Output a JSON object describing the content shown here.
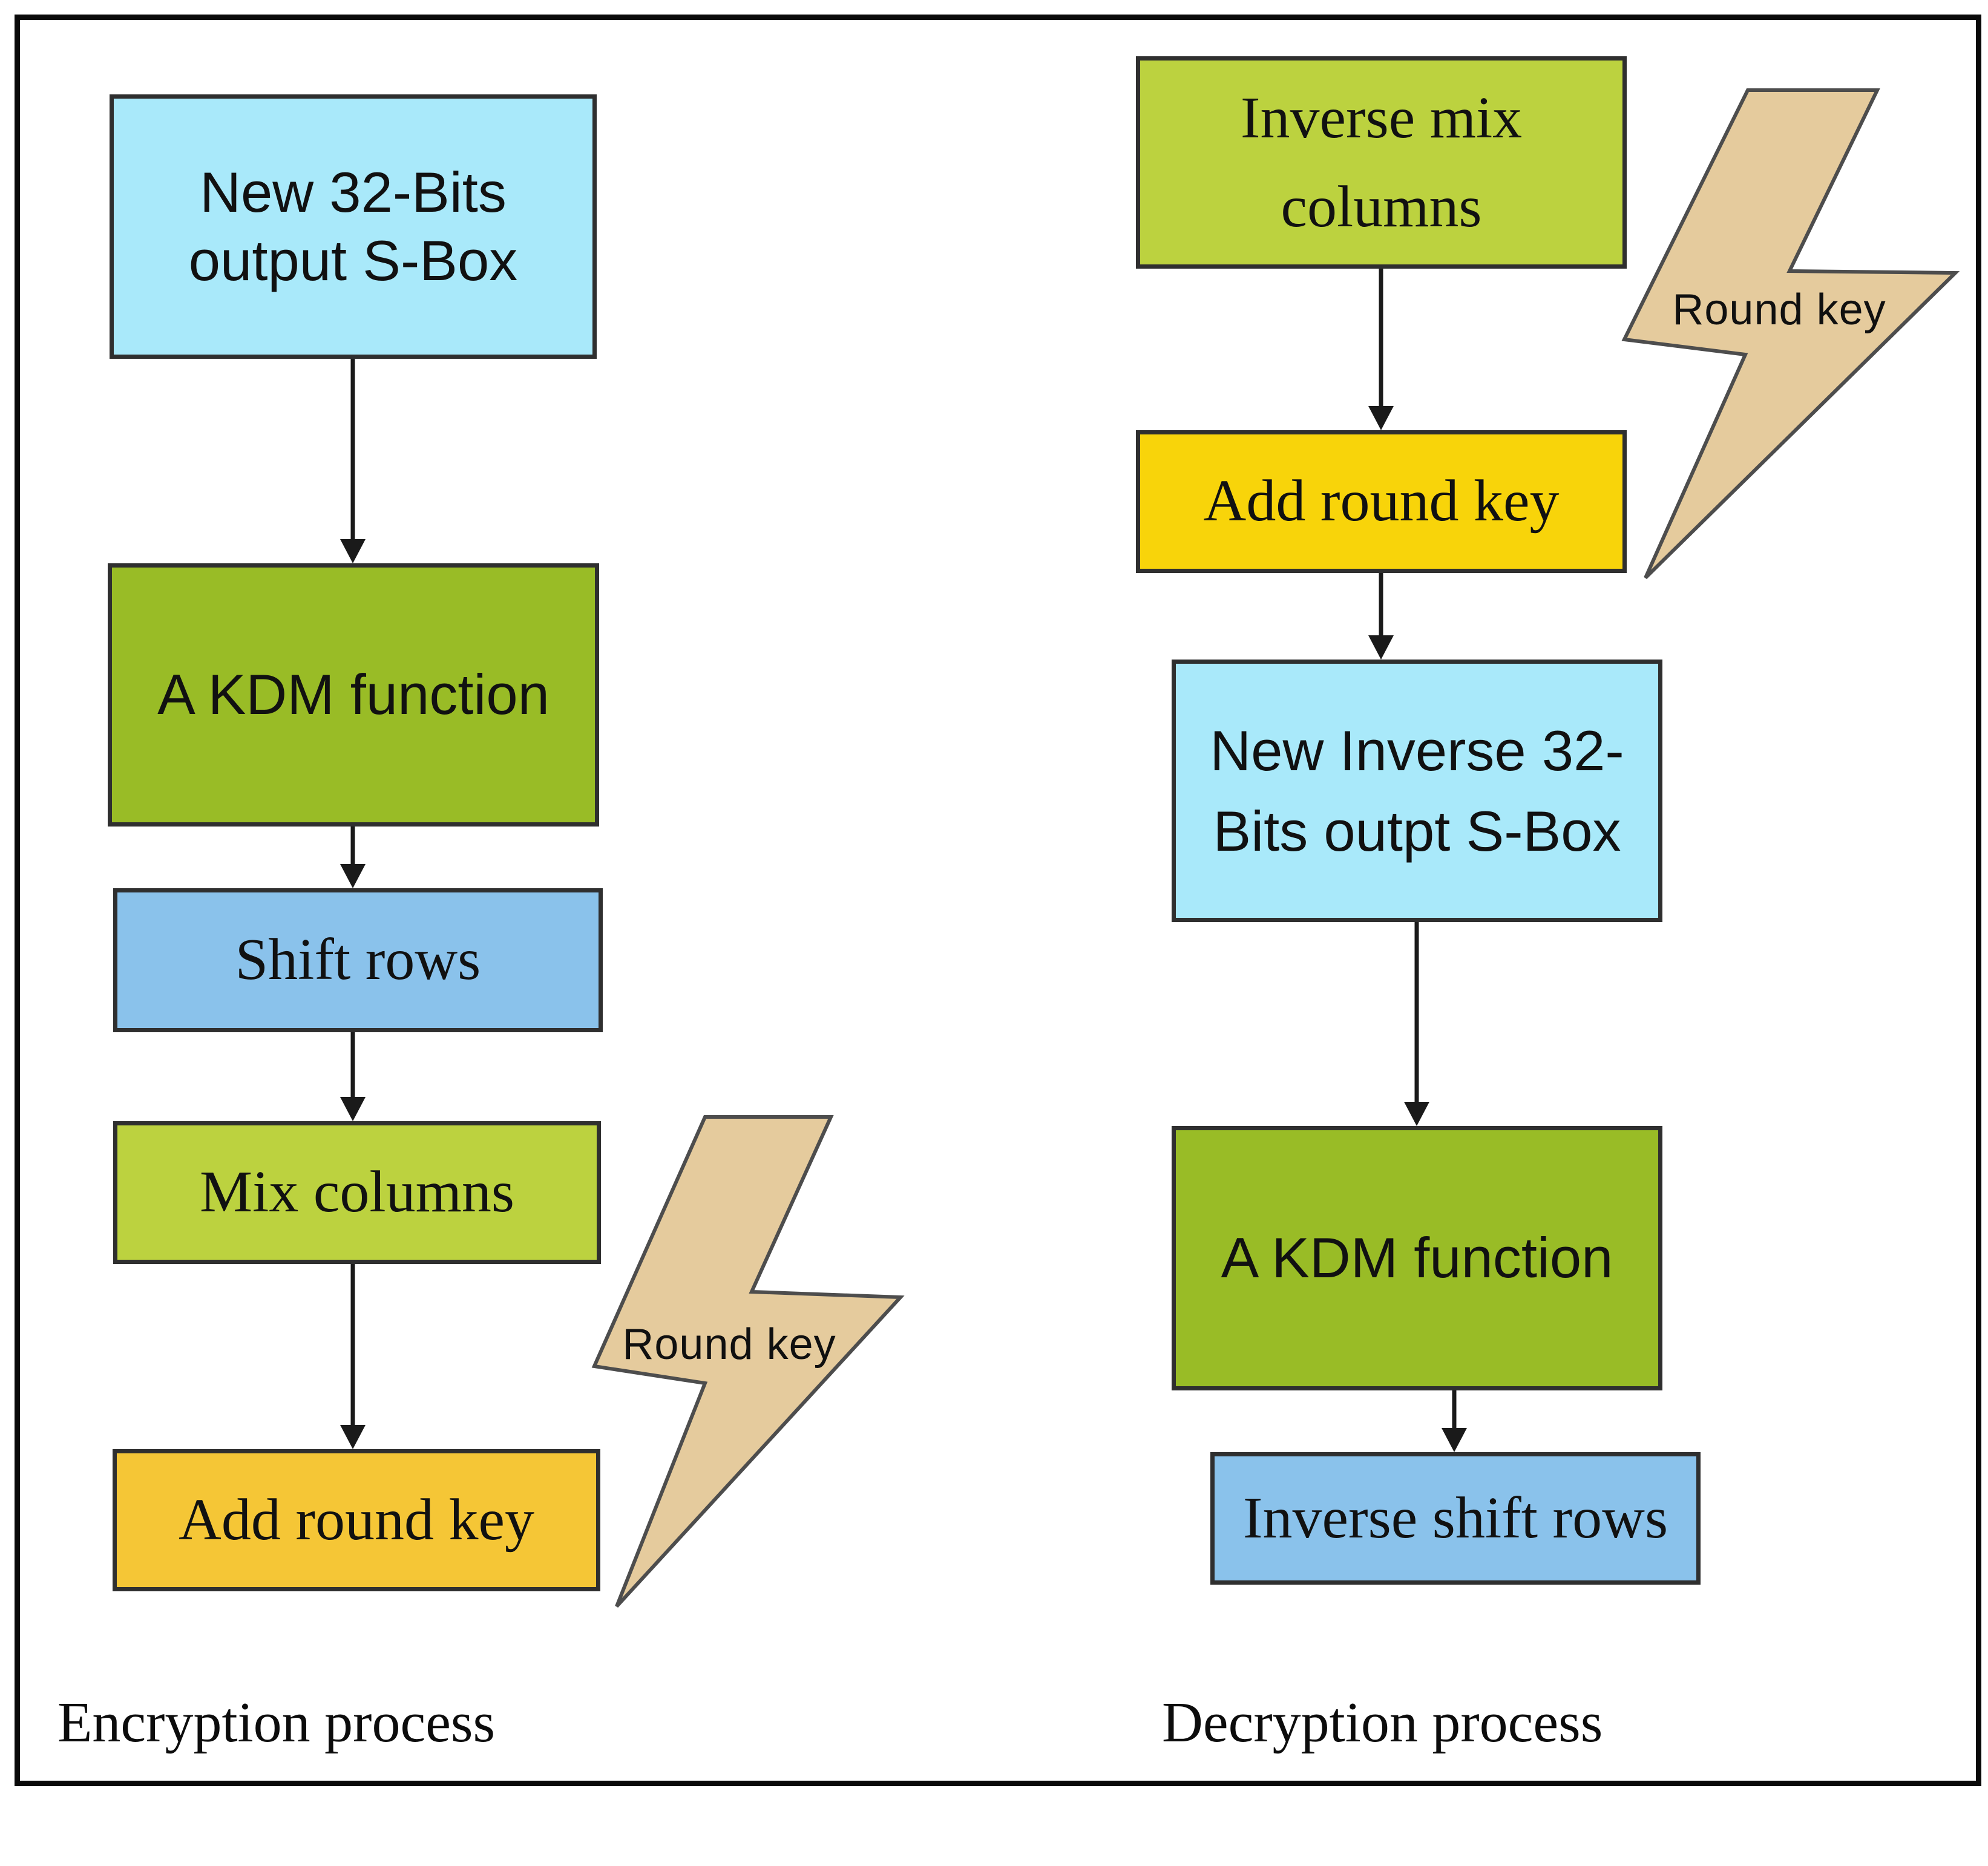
{
  "palette": {
    "cyan": "#A9E9FA",
    "olive_green": "#99BC26",
    "blue": "#8AC2EB",
    "yellow_green": "#BCD23F",
    "gold": "#F5C636",
    "yellow": "#F8D40A",
    "tan": "#E5CB9D",
    "bolt_outline": "#4D4D4D",
    "arrow": "#1A1A1A",
    "frame_border": "#0A0A0A"
  },
  "encryption_flow": {
    "caption": "Encryption process",
    "sbox": {
      "line1": "New 32-Bits",
      "line2": "output S-Box"
    },
    "kdm": {
      "line1": "A KDM function"
    },
    "shift_rows": {
      "line1": "Shift rows"
    },
    "mix_columns": {
      "line1": "Mix columns"
    },
    "add_round_key": {
      "line1": "Add round key"
    },
    "round_key_label": "Round key"
  },
  "decryption_flow": {
    "caption": "Decryption process",
    "inverse_mix_columns": {
      "line1": "Inverse mix",
      "line2": "columns"
    },
    "add_round_key": {
      "line1": "Add round key"
    },
    "inverse_sbox": {
      "line1": "New Inverse 32-",
      "line2": "Bits outpt S-Box"
    },
    "kdm": {
      "line1": "A KDM function"
    },
    "inverse_shift_rows": {
      "line1": "Inverse shift rows"
    },
    "round_key_label": "Round key"
  }
}
